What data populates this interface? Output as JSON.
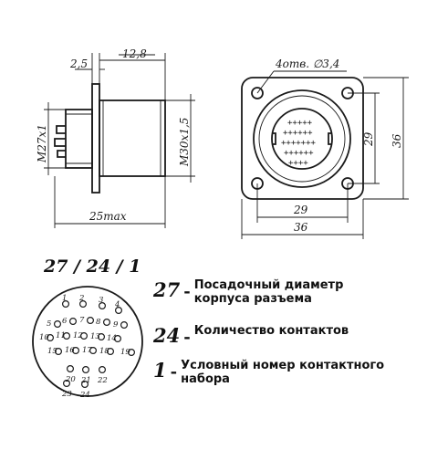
{
  "dims": {
    "flange_thickness": "2,5",
    "body_length": "12,8",
    "thread_left": "M27x1",
    "thread_right": "M30x1,5",
    "total_length": "25max",
    "holes": "4отв. ∅3,4",
    "inner_vertical": "29",
    "outer_vertical": "36",
    "inner_horizontal": "29",
    "outer_horizontal": "36"
  },
  "code": "27 / 24 / 1",
  "pins": [
    "1",
    "2",
    "3",
    "4",
    "5",
    "6",
    "7",
    "8",
    "9",
    "10",
    "11",
    "12",
    "13",
    "14",
    "15",
    "16",
    "17",
    "18",
    "19",
    "20",
    "21",
    "22",
    "23",
    "24"
  ],
  "legend": [
    {
      "num": "27",
      "dash": "-",
      "text_line1": "Посадочный диаметр",
      "text_line2": "корпуса разъема"
    },
    {
      "num": "24",
      "dash": "-",
      "text_line1": "Количество контактов",
      "text_line2": ""
    },
    {
      "num": "1",
      "dash": "-",
      "text_line1": "Условный номер контактного",
      "text_line2": "набора"
    }
  ],
  "colors": {
    "ink": "#1a1a1a",
    "background": "#ffffff"
  }
}
